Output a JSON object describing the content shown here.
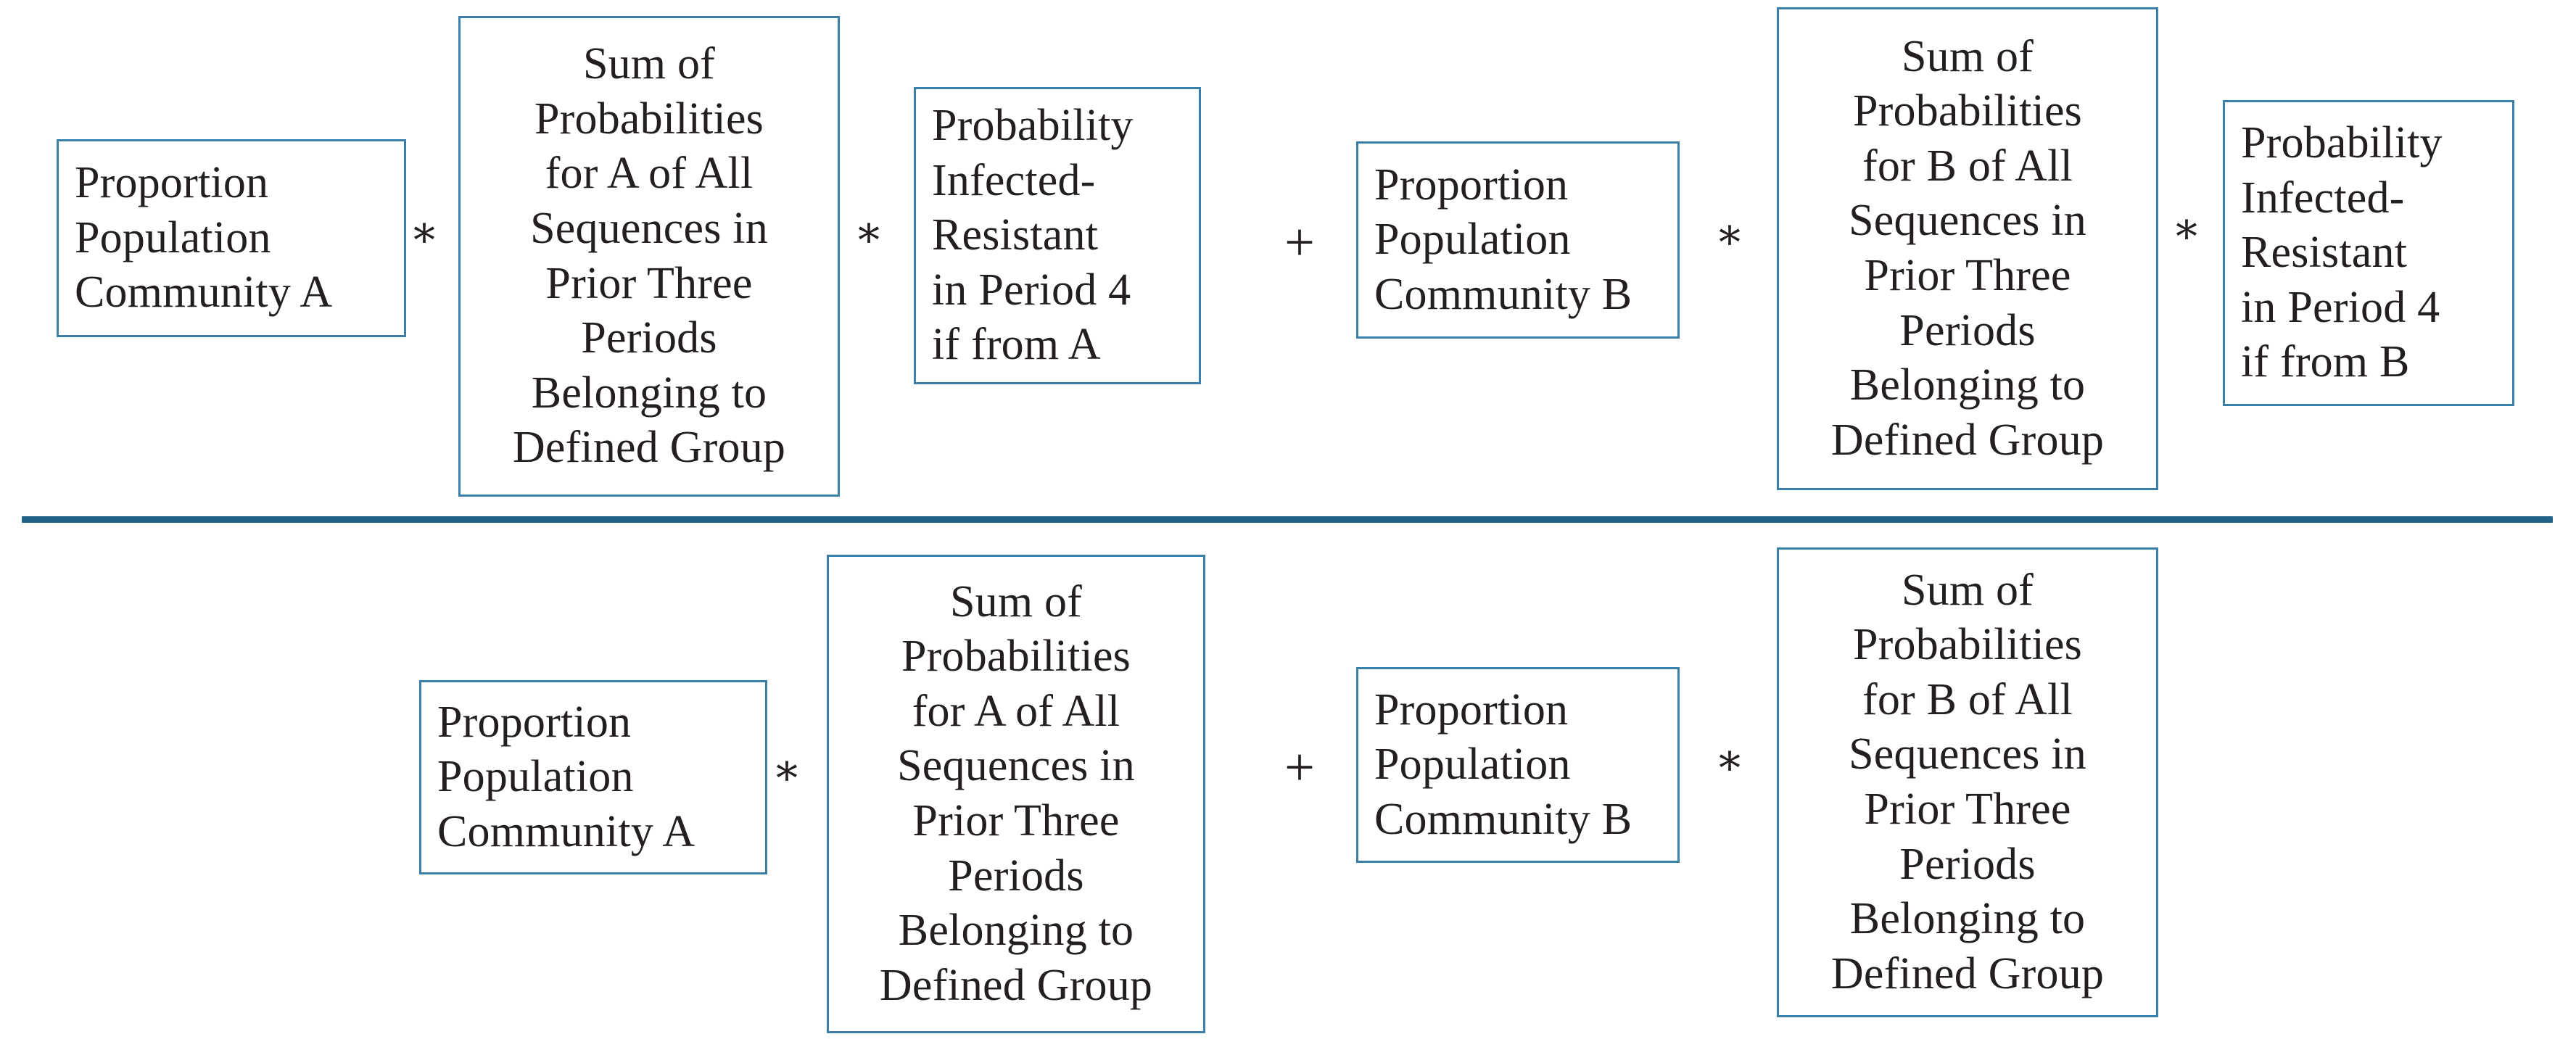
{
  "diagram": {
    "title": "Weighted probability fraction diagram",
    "accent_color": "#3c7fa8",
    "bar_color": "#1f6389",
    "text_color": "#231f20",
    "background": "#ffffff"
  },
  "fraction_bar": {
    "label": "division-bar"
  },
  "numerator": {
    "label": "numerator",
    "boxes": [
      {
        "id": "num-prop-pop-a",
        "text": "Proportion\nPopulation\nCommunity A",
        "align": "left"
      },
      {
        "id": "num-sum-prob-a",
        "text": "Sum of\nProbabilities\nfor A of All\nSequences in\nPrior Three\nPeriods\nBelonging to\nDefined Group",
        "align": "center"
      },
      {
        "id": "num-prob-inf-res-a",
        "text": "Probability\nInfected-\nResistant\nin Period 4\nif from A",
        "align": "left"
      },
      {
        "id": "num-prop-pop-b",
        "text": "Proportion\nPopulation\nCommunity B",
        "align": "left"
      },
      {
        "id": "num-sum-prob-b",
        "text": "Sum of\nProbabilities\nfor B of All\nSequences in\nPrior Three\nPeriods\nBelonging to\nDefined Group",
        "align": "center"
      },
      {
        "id": "num-prob-inf-res-b",
        "text": "Probability\nInfected-\nResistant\nin Period 4\nif from B",
        "align": "left"
      }
    ],
    "operators": [
      {
        "id": "num-op-1",
        "symbol": "∗",
        "kind": "multiply"
      },
      {
        "id": "num-op-2",
        "symbol": "∗",
        "kind": "multiply"
      },
      {
        "id": "num-op-3",
        "symbol": "+",
        "kind": "plus"
      },
      {
        "id": "num-op-4",
        "symbol": "∗",
        "kind": "multiply"
      },
      {
        "id": "num-op-5",
        "symbol": "∗",
        "kind": "multiply"
      }
    ]
  },
  "denominator": {
    "label": "denominator",
    "boxes": [
      {
        "id": "den-prop-pop-a",
        "text": "Proportion\nPopulation\nCommunity A",
        "align": "left"
      },
      {
        "id": "den-sum-prob-a",
        "text": "Sum of\nProbabilities\nfor A of All\nSequences in\nPrior Three\nPeriods\nBelonging to\nDefined Group",
        "align": "center"
      },
      {
        "id": "den-prop-pop-b",
        "text": "Proportion\nPopulation\nCommunity B",
        "align": "left"
      },
      {
        "id": "den-sum-prob-b",
        "text": "Sum of\nProbabilities\nfor B of All\nSequences in\nPrior Three\nPeriods\nBelonging to\nDefined Group",
        "align": "center"
      }
    ],
    "operators": [
      {
        "id": "den-op-1",
        "symbol": "∗",
        "kind": "multiply"
      },
      {
        "id": "den-op-2",
        "symbol": "+",
        "kind": "plus"
      },
      {
        "id": "den-op-3",
        "symbol": "∗",
        "kind": "multiply"
      }
    ]
  }
}
